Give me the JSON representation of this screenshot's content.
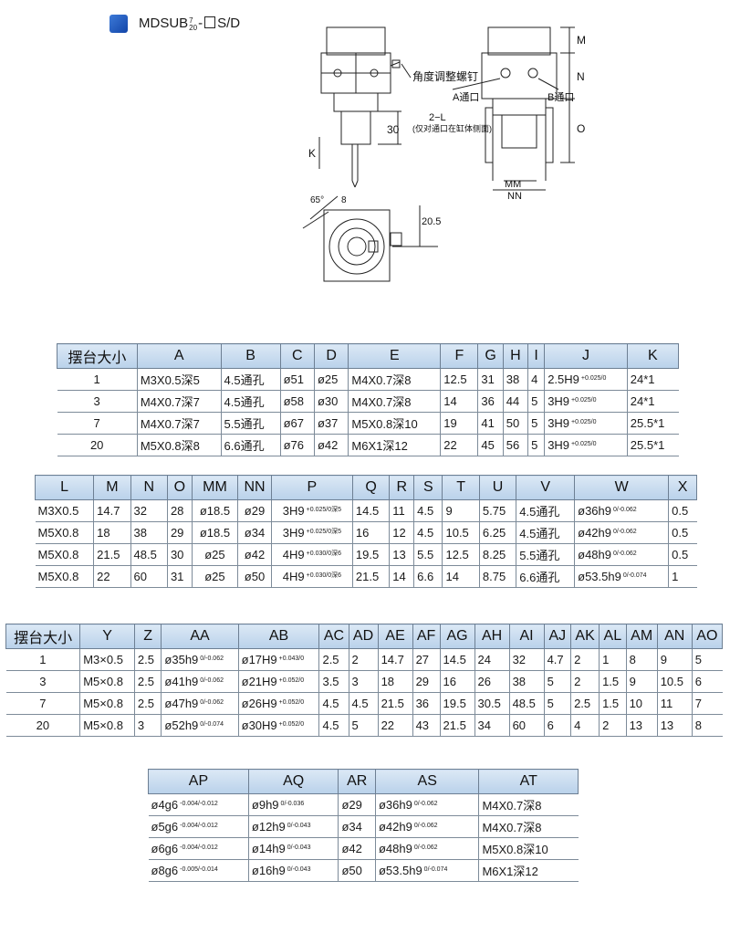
{
  "header": {
    "model_prefix": "MDSUB",
    "model_sup": "7",
    "model_sub": "20",
    "model_suffix": "S/D"
  },
  "drawing": {
    "label_angle_screw": "角度调整螺钉",
    "label_a_port": "A通口",
    "label_b_port": "B通口",
    "label_2l": "2−L",
    "label_2l_note": "(仅对通口在缸体侧面)",
    "dim_m": "M",
    "dim_n": "N",
    "dim_o": "O",
    "dim_k": "K",
    "dim_30": "30",
    "dim_mm": "MM",
    "dim_nn": "NN",
    "dim_65": "65°",
    "dim_8": "8",
    "dim_205": "20.5"
  },
  "table1": {
    "headers": [
      "摆台大小",
      "A",
      "B",
      "C",
      "D",
      "E",
      "F",
      "G",
      "H",
      "I",
      "J",
      "K"
    ],
    "rows": [
      [
        {
          "t": "1"
        },
        {
          "t": "M3X0.5深5"
        },
        {
          "t": "4.5通孔"
        },
        {
          "t": "ø51"
        },
        {
          "t": "ø25"
        },
        {
          "t": "M4X0.7深8"
        },
        {
          "t": "12.5"
        },
        {
          "t": "31"
        },
        {
          "t": "38"
        },
        {
          "t": "4"
        },
        {
          "t": "2.5H9",
          "s": "+0.025/0"
        },
        {
          "t": "24*1"
        }
      ],
      [
        {
          "t": "3"
        },
        {
          "t": "M4X0.7深7"
        },
        {
          "t": "4.5通孔"
        },
        {
          "t": "ø58"
        },
        {
          "t": "ø30"
        },
        {
          "t": "M4X0.7深8"
        },
        {
          "t": "14"
        },
        {
          "t": "36"
        },
        {
          "t": "44"
        },
        {
          "t": "5"
        },
        {
          "t": "3H9",
          "s": "+0.025/0"
        },
        {
          "t": "24*1"
        }
      ],
      [
        {
          "t": "7"
        },
        {
          "t": "M4X0.7深7"
        },
        {
          "t": "5.5通孔"
        },
        {
          "t": "ø67"
        },
        {
          "t": "ø37"
        },
        {
          "t": "M5X0.8深10"
        },
        {
          "t": "19"
        },
        {
          "t": "41"
        },
        {
          "t": "50"
        },
        {
          "t": "5"
        },
        {
          "t": "3H9",
          "s": "+0.025/0"
        },
        {
          "t": "25.5*1"
        }
      ],
      [
        {
          "t": "20"
        },
        {
          "t": "M5X0.8深8"
        },
        {
          "t": "6.6通孔"
        },
        {
          "t": "ø76"
        },
        {
          "t": "ø42"
        },
        {
          "t": "M6X1深12"
        },
        {
          "t": "22"
        },
        {
          "t": "45"
        },
        {
          "t": "56"
        },
        {
          "t": "5"
        },
        {
          "t": "3H9",
          "s": "+0.025/0"
        },
        {
          "t": "25.5*1"
        }
      ]
    ]
  },
  "table2": {
    "headers": [
      "L",
      "M",
      "N",
      "O",
      "MM",
      "NN",
      "P",
      "Q",
      "R",
      "S",
      "T",
      "U",
      "V",
      "W",
      "X"
    ],
    "rows": [
      [
        {
          "t": "M3X0.5"
        },
        {
          "t": "14.7"
        },
        {
          "t": "32"
        },
        {
          "t": "28"
        },
        {
          "t": "ø18.5"
        },
        {
          "t": "ø29"
        },
        {
          "t": "3H9",
          "s": "+0.025/0深5"
        },
        {
          "t": "14.5"
        },
        {
          "t": "11"
        },
        {
          "t": "4.5"
        },
        {
          "t": "9"
        },
        {
          "t": "5.75"
        },
        {
          "t": "4.5通孔"
        },
        {
          "t": "ø36h9",
          "s": "0/-0.062"
        },
        {
          "t": "0.5"
        }
      ],
      [
        {
          "t": "M5X0.8"
        },
        {
          "t": "18"
        },
        {
          "t": "38"
        },
        {
          "t": "29"
        },
        {
          "t": "ø18.5"
        },
        {
          "t": "ø34"
        },
        {
          "t": "3H9",
          "s": "+0.025/0深5"
        },
        {
          "t": "16"
        },
        {
          "t": "12"
        },
        {
          "t": "4.5"
        },
        {
          "t": "10.5"
        },
        {
          "t": "6.25"
        },
        {
          "t": "4.5通孔"
        },
        {
          "t": "ø42h9",
          "s": "0/-0.062"
        },
        {
          "t": "0.5"
        }
      ],
      [
        {
          "t": "M5X0.8"
        },
        {
          "t": "21.5"
        },
        {
          "t": "48.5"
        },
        {
          "t": "30"
        },
        {
          "t": "ø25"
        },
        {
          "t": "ø42"
        },
        {
          "t": "4H9",
          "s": "+0.030/0深6"
        },
        {
          "t": "19.5"
        },
        {
          "t": "13"
        },
        {
          "t": "5.5"
        },
        {
          "t": "12.5"
        },
        {
          "t": "8.25"
        },
        {
          "t": "5.5通孔"
        },
        {
          "t": "ø48h9",
          "s": "0/-0.062"
        },
        {
          "t": "0.5"
        }
      ],
      [
        {
          "t": "M5X0.8"
        },
        {
          "t": "22"
        },
        {
          "t": "60"
        },
        {
          "t": "31"
        },
        {
          "t": "ø25"
        },
        {
          "t": "ø50"
        },
        {
          "t": "4H9",
          "s": "+0.030/0深6"
        },
        {
          "t": "21.5"
        },
        {
          "t": "14"
        },
        {
          "t": "6.6"
        },
        {
          "t": "14"
        },
        {
          "t": "8.75"
        },
        {
          "t": "6.6通孔"
        },
        {
          "t": "ø53.5h9",
          "s": "0/-0.074"
        },
        {
          "t": "1"
        }
      ]
    ]
  },
  "table3": {
    "headers": [
      "摆台大小",
      "Y",
      "Z",
      "AA",
      "AB",
      "AC",
      "AD",
      "AE",
      "AF",
      "AG",
      "AH",
      "AI",
      "AJ",
      "AK",
      "AL",
      "AM",
      "AN",
      "AO"
    ],
    "rows": [
      [
        {
          "t": "1"
        },
        {
          "t": "M3×0.5"
        },
        {
          "t": "2.5"
        },
        {
          "t": "ø35h9",
          "s": "0/-0.062"
        },
        {
          "t": "ø17H9",
          "s": "+0.043/0"
        },
        {
          "t": "2.5"
        },
        {
          "t": "2"
        },
        {
          "t": "14.7"
        },
        {
          "t": "27"
        },
        {
          "t": "14.5"
        },
        {
          "t": "24"
        },
        {
          "t": "32"
        },
        {
          "t": "4.7"
        },
        {
          "t": "2"
        },
        {
          "t": "1"
        },
        {
          "t": "8"
        },
        {
          "t": "9"
        },
        {
          "t": "5"
        }
      ],
      [
        {
          "t": "3"
        },
        {
          "t": "M5×0.8"
        },
        {
          "t": "2.5"
        },
        {
          "t": "ø41h9",
          "s": "0/-0.062"
        },
        {
          "t": "ø21H9",
          "s": "+0.052/0"
        },
        {
          "t": "3.5"
        },
        {
          "t": "3"
        },
        {
          "t": "18"
        },
        {
          "t": "29"
        },
        {
          "t": "16"
        },
        {
          "t": "26"
        },
        {
          "t": "38"
        },
        {
          "t": "5"
        },
        {
          "t": "2"
        },
        {
          "t": "1.5"
        },
        {
          "t": "9"
        },
        {
          "t": "10.5"
        },
        {
          "t": "6"
        }
      ],
      [
        {
          "t": "7"
        },
        {
          "t": "M5×0.8"
        },
        {
          "t": "2.5"
        },
        {
          "t": "ø47h9",
          "s": "0/-0.062"
        },
        {
          "t": "ø26H9",
          "s": "+0.052/0"
        },
        {
          "t": "4.5"
        },
        {
          "t": "4.5"
        },
        {
          "t": "21.5"
        },
        {
          "t": "36"
        },
        {
          "t": "19.5"
        },
        {
          "t": "30.5"
        },
        {
          "t": "48.5"
        },
        {
          "t": "5"
        },
        {
          "t": "2.5"
        },
        {
          "t": "1.5"
        },
        {
          "t": "10"
        },
        {
          "t": "11"
        },
        {
          "t": "7"
        }
      ],
      [
        {
          "t": "20"
        },
        {
          "t": "M5×0.8"
        },
        {
          "t": "3"
        },
        {
          "t": "ø52h9",
          "s": "0/-0.074"
        },
        {
          "t": "ø30H9",
          "s": "+0.052/0"
        },
        {
          "t": "4.5"
        },
        {
          "t": "5"
        },
        {
          "t": "22"
        },
        {
          "t": "43"
        },
        {
          "t": "21.5"
        },
        {
          "t": "34"
        },
        {
          "t": "60"
        },
        {
          "t": "6"
        },
        {
          "t": "4"
        },
        {
          "t": "2"
        },
        {
          "t": "13"
        },
        {
          "t": "13"
        },
        {
          "t": "8"
        }
      ]
    ]
  },
  "table4": {
    "headers": [
      "AP",
      "AQ",
      "AR",
      "AS",
      "AT"
    ],
    "rows": [
      [
        {
          "t": "ø4g6",
          "s": "-0.004/-0.012"
        },
        {
          "t": "ø9h9",
          "s": "0/-0.036"
        },
        {
          "t": "ø29"
        },
        {
          "t": "ø36h9",
          "s": "0/-0.062"
        },
        {
          "t": "M4X0.7深8"
        }
      ],
      [
        {
          "t": "ø5g6",
          "s": "-0.004/-0.012"
        },
        {
          "t": "ø12h9",
          "s": "0/-0.043"
        },
        {
          "t": "ø34"
        },
        {
          "t": "ø42h9",
          "s": "0/-0.062"
        },
        {
          "t": "M4X0.7深8"
        }
      ],
      [
        {
          "t": "ø6g6",
          "s": "-0.004/-0.012"
        },
        {
          "t": "ø14h9",
          "s": "0/-0.043"
        },
        {
          "t": "ø42"
        },
        {
          "t": "ø48h9",
          "s": "0/-0.062"
        },
        {
          "t": "M5X0.8深10"
        }
      ],
      [
        {
          "t": "ø8g6",
          "s": "-0.005/-0.014"
        },
        {
          "t": "ø16h9",
          "s": "0/-0.043"
        },
        {
          "t": "ø50"
        },
        {
          "t": "ø53.5h9",
          "s": "0/-0.074"
        },
        {
          "t": "M6X1深12"
        }
      ]
    ]
  }
}
